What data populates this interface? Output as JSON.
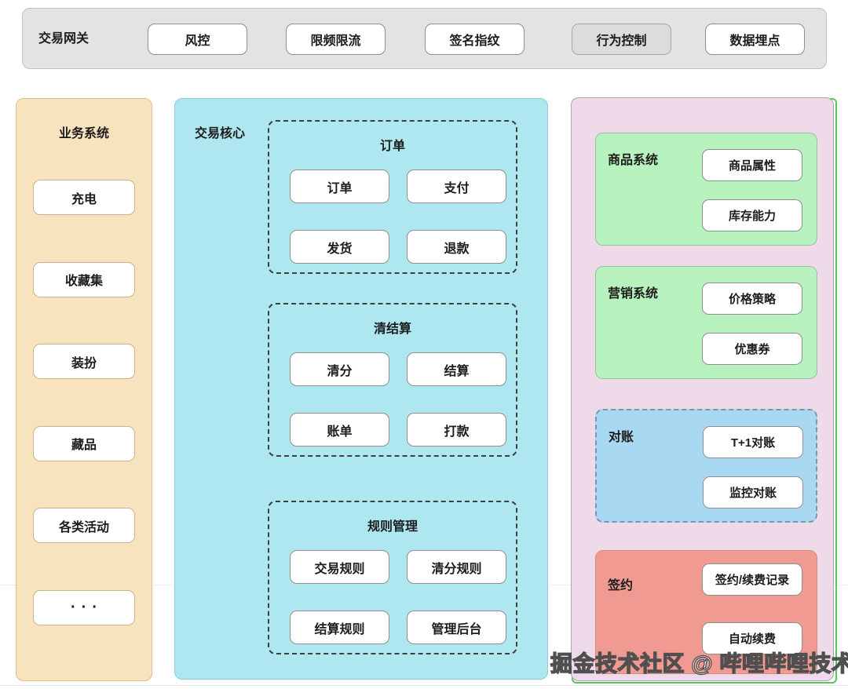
{
  "gateway": {
    "label": "交易网关",
    "buttons": [
      {
        "label": "风控",
        "variant": "white"
      },
      {
        "label": "限频限流",
        "variant": "white"
      },
      {
        "label": "签名指纹",
        "variant": "white"
      },
      {
        "label": "行为控制",
        "variant": "gray"
      },
      {
        "label": "数据埋点",
        "variant": "white"
      }
    ]
  },
  "business_system": {
    "title": "业务系统",
    "items": [
      "充电",
      "收藏集",
      "装扮",
      "藏品",
      "各类活动",
      "···"
    ]
  },
  "trade_core": {
    "title": "交易核心",
    "groups": [
      {
        "title": "订单",
        "items": [
          "订单",
          "支付",
          "发货",
          "退款"
        ]
      },
      {
        "title": "清结算",
        "items": [
          "清分",
          "结算",
          "账单",
          "打款"
        ]
      },
      {
        "title": "规则管理",
        "items": [
          "交易规则",
          "清分规则",
          "结算规则",
          "管理后台"
        ]
      }
    ]
  },
  "support_systems": {
    "groups": [
      {
        "title": "商品系统",
        "theme": "green",
        "items": [
          "商品属性",
          "库存能力"
        ]
      },
      {
        "title": "营销系统",
        "theme": "green",
        "items": [
          "价格策略",
          "优惠券"
        ]
      },
      {
        "title": "对账",
        "theme": "blue",
        "items": [
          "T+1对账",
          "监控对账"
        ]
      },
      {
        "title": "签约",
        "theme": "red",
        "items": [
          "签约/续费记录",
          "自动续费"
        ]
      }
    ]
  },
  "watermark": "掘金技术社区 @ 哔哩哔哩技术",
  "colors": {
    "gateway_bar": "#e3e3e3",
    "business_panel": "#f7e3bd",
    "core_panel": "#aee7ef",
    "support_panel": "#eedae9",
    "support_outline": "#55c855",
    "green_group": "#b7f2bf",
    "blue_group": "#a9d9f2",
    "red_group": "#f19a91"
  }
}
